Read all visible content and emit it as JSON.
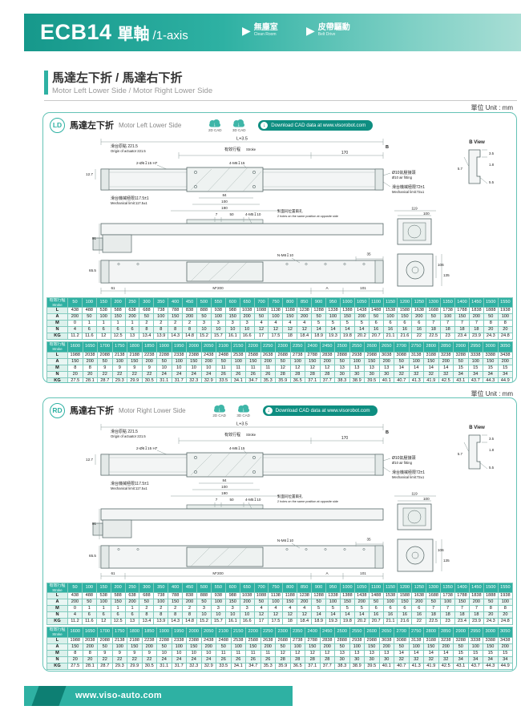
{
  "page": {
    "unit_note": "單位 Unit : mm",
    "footer_url": "www.viso-auto.com"
  },
  "header": {
    "model": "ECB14",
    "title_cn": "單軸",
    "title_en": "/1-axis",
    "features": [
      {
        "cn": "無塵室",
        "en": "Clean Room"
      },
      {
        "cn": "皮帶驅動",
        "en": "Belt Drive"
      }
    ]
  },
  "section": {
    "title_cn": "馬達左下折 / 馬達右下折",
    "title_en": "Motor Left Lower Side / Motor Right Lower Side"
  },
  "cad": {
    "cad2d": "2D CAD",
    "cad3d": "3D CAD",
    "download": "Download CAD data at www.visorobot.com"
  },
  "panels": [
    {
      "badge": "LD",
      "title_cn": "馬達左下折",
      "title_en": "Motor Left Lower Side"
    },
    {
      "badge": "RD",
      "title_cn": "馬達右下折",
      "title_en": "Motor Right Lower Side"
    }
  ],
  "drawing": {
    "dim_overall": "L+3.5",
    "origin_cn": "滑台原點 221.5",
    "origin_en": "Origin of actuator 221.5",
    "stroke_cn": "有效行程",
    "stroke_en": "Stroke",
    "dim_170": "170",
    "dim_127": "12.7",
    "holes_top1": "2-Ø6↧15 H7",
    "holes_top2": "4-M6↧15",
    "air_cn": "Ø10氣壓接頭",
    "air_en": "Ø10 air fitting",
    "limit_right_cn": "滑台機械極限72±1",
    "limit_right_en": "Mechanical limit:72±1",
    "limit_left_cn": "滑台機械極限117.5±1",
    "limit_left_en": "Mechanical limit:117.5±1",
    "dim_84": "84",
    "dim_100": "100",
    "dim_190": "190",
    "b_marker": "B",
    "b_view": "B View",
    "b_dim_35": "3.5",
    "b_dim_18": "1.8",
    "b_dim_55": "5.5",
    "b_dim_57": "5.7",
    "dim_7": "7",
    "dim_50": "50",
    "holes_side": "4-M5↧10",
    "holes_side_note_cn": "對面同位置兩孔",
    "holes_side_note_en": "2 holes on the same position at opposite side",
    "dim_91": "91",
    "dim_655": "65.5",
    "dim_119": "119",
    "dim_100b": "100",
    "holes_n": "N-M6↧10",
    "dim_35": "35",
    "dim_106": "106",
    "dim_135": "135",
    "dim_61": "61",
    "dim_m200": "M*200",
    "dim_a": "A",
    "dim_101": "101"
  },
  "tables": [
    {
      "header_cn": "有效行程",
      "header_en": "Stroke",
      "strokes": [
        50,
        100,
        150,
        200,
        250,
        300,
        350,
        400,
        450,
        500,
        550,
        600,
        650,
        700,
        750,
        800,
        850,
        900,
        950,
        1000,
        1050,
        1100,
        1150,
        1200,
        1250,
        1300,
        1350,
        1400,
        1450,
        1500,
        1550
      ],
      "rows": [
        {
          "label": "L",
          "values": [
            438,
            488,
            538,
            588,
            638,
            688,
            738,
            788,
            838,
            888,
            938,
            988,
            1038,
            1088,
            1138,
            1188,
            1238,
            1288,
            1338,
            1388,
            1438,
            1488,
            1538,
            1588,
            1638,
            1688,
            1738,
            1788,
            1838,
            1888,
            1938
          ]
        },
        {
          "label": "A",
          "values": [
            200,
            50,
            100,
            150,
            200,
            50,
            100,
            150,
            200,
            50,
            100,
            150,
            200,
            50,
            100,
            150,
            200,
            50,
            100,
            150,
            200,
            50,
            100,
            150,
            200,
            50,
            100,
            150,
            200,
            50,
            100
          ]
        },
        {
          "label": "M",
          "values": [
            0,
            1,
            1,
            1,
            1,
            2,
            2,
            2,
            2,
            3,
            3,
            3,
            3,
            4,
            4,
            4,
            4,
            5,
            5,
            5,
            5,
            6,
            6,
            6,
            6,
            7,
            7,
            7,
            7,
            8,
            8
          ]
        },
        {
          "label": "N",
          "values": [
            4,
            6,
            6,
            6,
            6,
            8,
            8,
            8,
            8,
            10,
            10,
            10,
            10,
            12,
            12,
            12,
            12,
            14,
            14,
            14,
            14,
            16,
            16,
            16,
            16,
            18,
            18,
            18,
            18,
            20,
            20
          ]
        },
        {
          "label": "KG",
          "values": [
            11.2,
            11.6,
            12,
            12.5,
            13,
            13.4,
            13.9,
            14.3,
            14.8,
            15.2,
            15.7,
            16.1,
            16.6,
            17,
            17.5,
            18,
            18.4,
            18.9,
            19.3,
            19.8,
            20.2,
            20.7,
            21.1,
            21.6,
            22,
            22.5,
            23,
            23.4,
            23.9,
            24.3,
            24.8
          ]
        }
      ]
    },
    {
      "header_cn": "有效行程",
      "header_en": "Stroke",
      "strokes": [
        1600,
        1650,
        1700,
        1750,
        1800,
        1850,
        1900,
        1950,
        2000,
        2050,
        2100,
        2150,
        2200,
        2250,
        2300,
        2350,
        2400,
        2450,
        2500,
        2550,
        2600,
        2650,
        2700,
        2750,
        2800,
        2850,
        2900,
        2950,
        3000,
        3050
      ],
      "rows": [
        {
          "label": "L",
          "values": [
            1988,
            2038,
            2088,
            2138,
            2188,
            2238,
            2288,
            2338,
            2388,
            2438,
            2488,
            2538,
            2588,
            2638,
            2688,
            2738,
            2788,
            2838,
            2888,
            2938,
            2988,
            3038,
            3088,
            3138,
            3188,
            3238,
            3288,
            3338,
            3388,
            3438
          ]
        },
        {
          "label": "A",
          "values": [
            150,
            200,
            50,
            100,
            150,
            200,
            50,
            100,
            150,
            200,
            50,
            100,
            150,
            200,
            50,
            100,
            150,
            200,
            50,
            100,
            150,
            200,
            50,
            100,
            150,
            200,
            50,
            100,
            150,
            200
          ]
        },
        {
          "label": "M",
          "values": [
            8,
            8,
            9,
            9,
            9,
            9,
            10,
            10,
            10,
            10,
            11,
            11,
            11,
            11,
            12,
            12,
            12,
            12,
            13,
            13,
            13,
            13,
            14,
            14,
            14,
            14,
            15,
            15,
            15,
            15
          ]
        },
        {
          "label": "N",
          "values": [
            20,
            20,
            22,
            22,
            22,
            22,
            24,
            24,
            24,
            24,
            26,
            26,
            26,
            26,
            28,
            28,
            28,
            28,
            30,
            30,
            30,
            30,
            32,
            32,
            32,
            32,
            34,
            34,
            34,
            34
          ]
        },
        {
          "label": "KG",
          "values": [
            27.5,
            28.1,
            28.7,
            29.3,
            29.9,
            30.5,
            31.1,
            31.7,
            32.3,
            32.9,
            33.5,
            34.1,
            34.7,
            35.3,
            35.9,
            36.5,
            37.1,
            37.7,
            38.3,
            38.9,
            39.5,
            40.1,
            40.7,
            41.3,
            41.9,
            42.5,
            43.1,
            43.7,
            44.3,
            44.9
          ]
        }
      ]
    }
  ]
}
